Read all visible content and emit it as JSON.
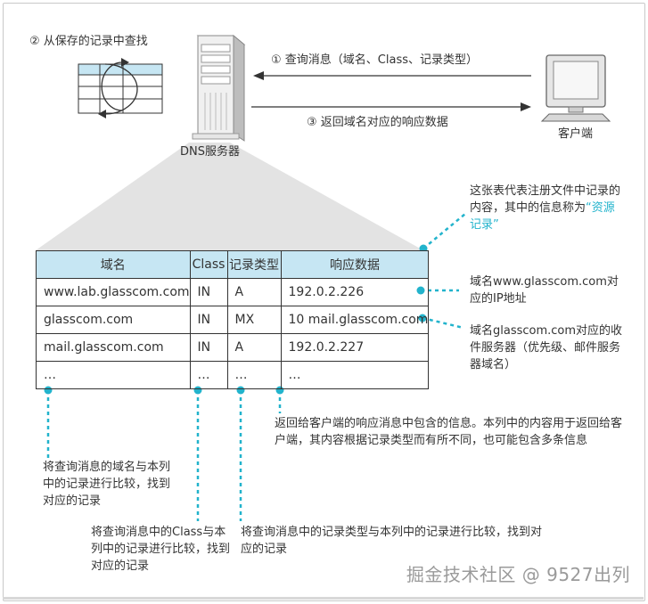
{
  "steps": {
    "step1": "① 查询消息（域名、Class、记录类型）",
    "step2": "② 从保存的记录中查找",
    "step3": "③ 返回域名对应的响应数据"
  },
  "nodes": {
    "server": "DNS服务器",
    "client": "客户端"
  },
  "table": {
    "headers": [
      "域名",
      "Class",
      "记录类型",
      "响应数据"
    ],
    "rows": [
      [
        "www.lab.glasscom.com",
        "IN",
        "A",
        "192.0.2.226"
      ],
      [
        "glasscom.com",
        "IN",
        "MX",
        "10 mail.glasscom.com"
      ],
      [
        "mail.glasscom.com",
        "IN",
        "A",
        "192.0.2.227"
      ],
      [
        "…",
        "…",
        "…",
        "…"
      ]
    ]
  },
  "annotations": {
    "table_desc_prefix": "这张表代表注册文件中记录的内容，其中的信息称为",
    "table_desc_highlight": "“资源记录”",
    "row1_note": "域名www.glasscom.com对应的IP地址",
    "row2_note": "域名glasscom.com对应的收件服务器（优先级、邮件服务器域名）",
    "data_col_note": "返回给客户端的响应消息中包含的信息。本列中的内容用于返回给客户端，其内容根据记录类型而有所不同，也可能包含多条信息",
    "domain_col_note": "将查询消息的域名与本列中的记录进行比较，找到对应的记录",
    "class_col_note": "将查询消息中的Class与本列中的记录进行比较，找到对应的记录",
    "type_col_note": "将查询消息中的记录类型与本列中的记录进行比较，找到对应的记录"
  },
  "watermark": "掘金技术社区 @ 9527出列",
  "colors": {
    "accent": "#22b3cc",
    "header_fill": "#c6e6f3",
    "funnel": "#e3e3e3"
  }
}
